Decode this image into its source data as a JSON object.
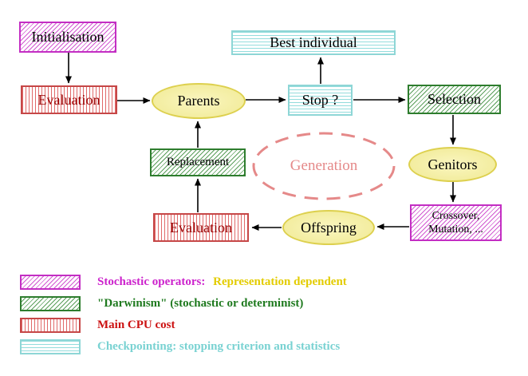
{
  "nodes": {
    "initialisation": {
      "label": "Initialisation"
    },
    "evaluation_top": {
      "label": "Evaluation"
    },
    "parents": {
      "label": "Parents"
    },
    "stop": {
      "label": "Stop ?"
    },
    "best_individual": {
      "label": "Best individual"
    },
    "selection": {
      "label": "Selection"
    },
    "replacement": {
      "label": "Replacement"
    },
    "generation": {
      "label": "Generation"
    },
    "genitors": {
      "label": "Genitors"
    },
    "crossover": {
      "line1": "Crossover,",
      "line2": "Mutation, ..."
    },
    "offspring": {
      "label": "Offspring"
    },
    "evaluation_bottom": {
      "label": "Evaluation"
    }
  },
  "legend": {
    "stochastic": {
      "label": "Stochastic operators:",
      "suffix": "Representation dependent"
    },
    "darwinism": {
      "label": "\"Darwinism\" (stochastic or determinist)"
    },
    "cpu": {
      "label": "Main CPU cost"
    },
    "checkpointing": {
      "label": "Checkpointing: stopping criterion and statistics"
    }
  },
  "colors": {
    "magenta": "#cc22cc",
    "green": "#1f7a1f",
    "red": "#cc1111",
    "cyan": "#79d2d2",
    "yellow_text": "#e3cc00",
    "yellow_fill": "#f3eda0",
    "salmon": "#e58989",
    "dark_red_text": "#990000",
    "arrow": "#000000"
  }
}
